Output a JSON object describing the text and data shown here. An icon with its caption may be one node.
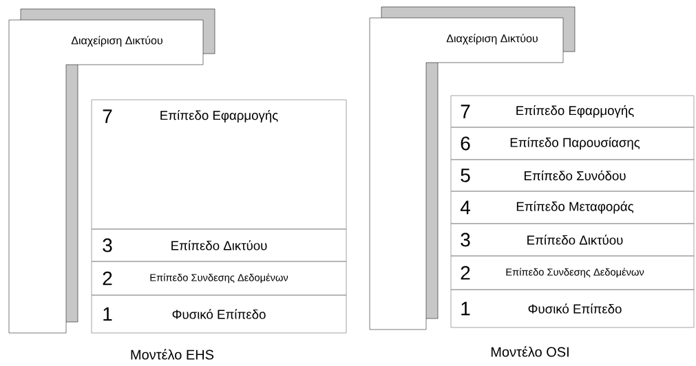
{
  "diagram": {
    "nodes": [
      {
        "text": [
          "Διαχείριση Δικτύου"
        ]
      },
      {
        "text": [
          "7",
          "Επίπεδο Εφαρμογής"
        ]
      },
      {
        "text": [
          "3",
          "Επίπεδο Δικτύου"
        ]
      },
      {
        "text": [
          "2",
          "Επίπεδο Συνδεσης Δεδομένων"
        ]
      },
      {
        "text": [
          "1",
          "Φυσικό Επίπεδο"
        ]
      },
      {
        "text": [
          "Διαχείριση Δικτύου"
        ]
      },
      {
        "text": [
          "7",
          "Επίπεδο Εφαρμογής"
        ]
      },
      {
        "text": [
          "6",
          "Επίπεδο Παρουσίασης"
        ]
      },
      {
        "text": [
          "5",
          "Επίπεδο Συνόδου"
        ]
      },
      {
        "text": [
          "4",
          "Επίπεδο Μεταφοράς"
        ]
      },
      {
        "text": [
          "3",
          "Επίπεδο Δικτύου"
        ]
      },
      {
        "text": [
          "2",
          "Επίπεδο Συνδεσης Δεδομένων"
        ]
      },
      {
        "text": [
          "1",
          "Φυσικό Επίπεδο"
        ]
      }
    ],
    "labels": [
      "Μοντέλο EHS",
      "Μοντέλο OSI"
    ]
  }
}
